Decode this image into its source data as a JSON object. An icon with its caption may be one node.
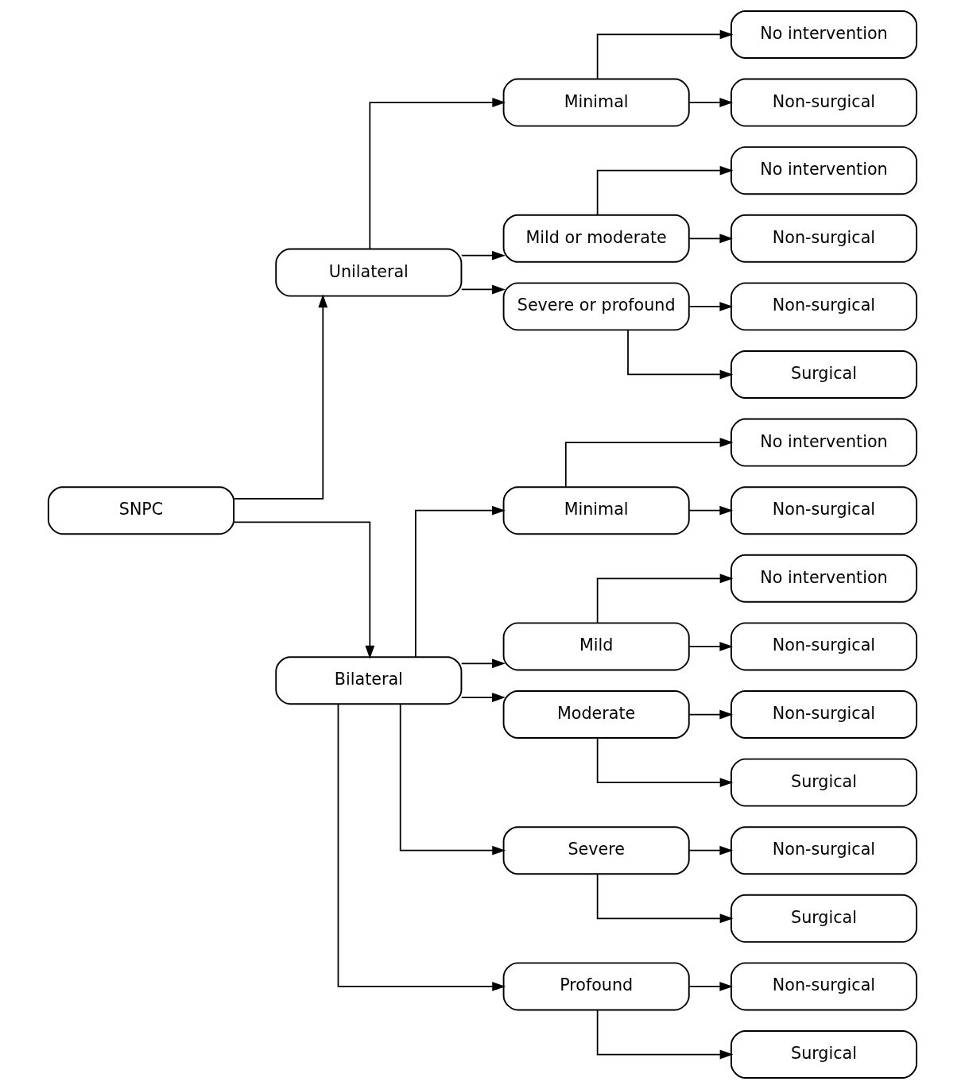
{
  "diagram": {
    "nodes": [
      {
        "text": [
          "SNPC"
        ]
      },
      {
        "text": [
          "Unilateral"
        ]
      },
      {
        "text": [
          "Bilateral"
        ]
      },
      {
        "text": [
          "Minimal"
        ]
      },
      {
        "text": [
          "Mild or moderate"
        ]
      },
      {
        "text": [
          "Severe or profound"
        ]
      },
      {
        "text": [
          "No intervention"
        ]
      },
      {
        "text": [
          "Non-surgical"
        ]
      },
      {
        "text": [
          "No intervention"
        ]
      },
      {
        "text": [
          "Non-surgical"
        ]
      },
      {
        "text": [
          "Non-surgical"
        ]
      },
      {
        "text": [
          "Surgical"
        ]
      },
      {
        "text": [
          "Minimal"
        ]
      },
      {
        "text": [
          "Mild"
        ]
      },
      {
        "text": [
          "Moderate"
        ]
      },
      {
        "text": [
          "Severe"
        ]
      },
      {
        "text": [
          "Profound"
        ]
      },
      {
        "text": [
          "No intervention"
        ]
      },
      {
        "text": [
          "Non-surgical"
        ]
      },
      {
        "text": [
          "No intervention"
        ]
      },
      {
        "text": [
          "Non-surgical"
        ]
      },
      {
        "text": [
          "Non-surgical"
        ]
      },
      {
        "text": [
          "Surgical"
        ]
      },
      {
        "text": [
          "Non-surgical"
        ]
      },
      {
        "text": [
          "Surgical"
        ]
      },
      {
        "text": [
          "Non-surgical"
        ]
      },
      {
        "text": [
          "Surgical"
        ]
      }
    ],
    "edges": [
      {
        "from": 0,
        "to": 1,
        "arrow": "to"
      },
      {
        "from": 0,
        "to": 2,
        "arrow": "to"
      },
      {
        "from": 1,
        "to": 3,
        "arrow": "to"
      },
      {
        "from": 1,
        "to": 4,
        "arrow": "to"
      },
      {
        "from": 1,
        "to": 5,
        "arrow": "to"
      },
      {
        "from": 3,
        "to": 6,
        "arrow": "to"
      },
      {
        "from": 3,
        "to": 7,
        "arrow": "to"
      },
      {
        "from": 4,
        "to": 8,
        "arrow": "to"
      },
      {
        "from": 4,
        "to": 9,
        "arrow": "to"
      },
      {
        "from": 5,
        "to": 10,
        "arrow": "to"
      },
      {
        "from": 5,
        "to": 11,
        "arrow": "to"
      },
      {
        "from": 2,
        "to": 12,
        "arrow": "to"
      },
      {
        "from": 2,
        "to": 13,
        "arrow": "to"
      },
      {
        "from": 2,
        "to": 14,
        "arrow": "to"
      },
      {
        "from": 2,
        "to": 15,
        "arrow": "to"
      },
      {
        "from": 2,
        "to": 16,
        "arrow": "to"
      },
      {
        "from": 12,
        "to": 17,
        "arrow": "to"
      },
      {
        "from": 12,
        "to": 18,
        "arrow": "to"
      },
      {
        "from": 13,
        "to": 19,
        "arrow": "to"
      },
      {
        "from": 13,
        "to": 20,
        "arrow": "to"
      },
      {
        "from": 14,
        "to": 21,
        "arrow": "to"
      },
      {
        "from": 14,
        "to": 22,
        "arrow": "to"
      },
      {
        "from": 15,
        "to": 23,
        "arrow": "to"
      },
      {
        "from": 15,
        "to": 24,
        "arrow": "to"
      },
      {
        "from": 16,
        "to": 25,
        "arrow": "to"
      },
      {
        "from": 16,
        "to": 26,
        "arrow": "to"
      }
    ]
  }
}
